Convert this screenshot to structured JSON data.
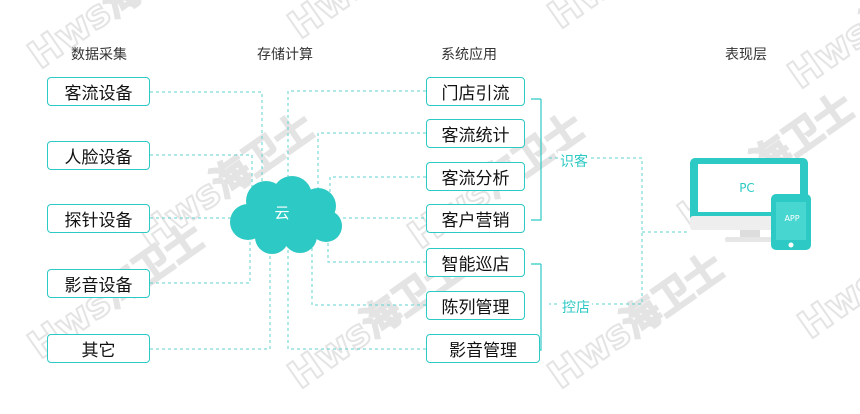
{
  "columns": {
    "collect": "数据采集",
    "compute": "存储计算",
    "apps": "系统应用",
    "display": "表现层"
  },
  "sources": [
    "客流设备",
    "人脸设备",
    "探针设备",
    "影音设备",
    "其它"
  ],
  "cloud": "云",
  "applications": [
    "门店引流",
    "客流统计",
    "客流分析",
    "客户营销",
    "智能巡店",
    "陈列管理",
    "影音管理"
  ],
  "groups": {
    "recognize": "识客",
    "control": "控店"
  },
  "devices": {
    "pc": "PC",
    "app": "APP"
  },
  "watermark": "Hws海卫士",
  "colors": {
    "accent": "#2dc9c4",
    "dash": "#5fd3cf",
    "watermark": "#e4e4e4",
    "monitor_body": "#eeeeee"
  }
}
